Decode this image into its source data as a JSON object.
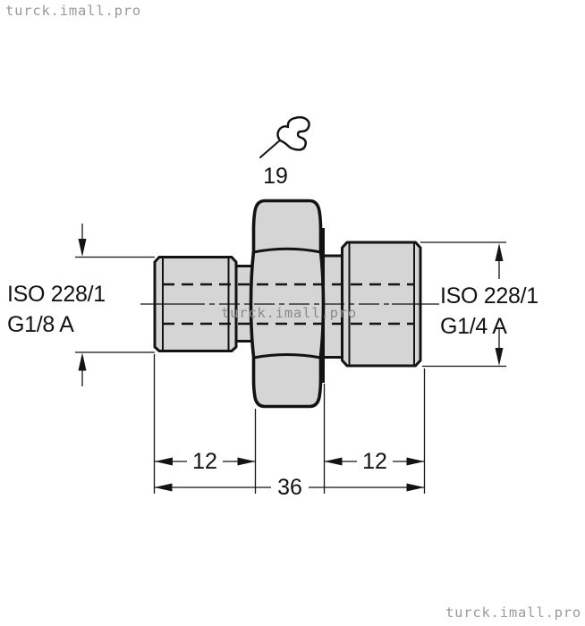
{
  "watermarks": {
    "top_left": "turck.imall.pro",
    "center": "turck.imall.pro",
    "bottom_right": "turck.imall.pro"
  },
  "drawing": {
    "wrench_size": "19",
    "left_thread": {
      "line1": "ISO 228/1",
      "line2": "G1/8 A"
    },
    "right_thread": {
      "line1": "ISO 228/1",
      "line2": "G1/4 A"
    },
    "dimensions": {
      "left_thread_length": "12",
      "right_thread_length": "12",
      "overall_length": "36"
    }
  },
  "icons": [
    "wrench-icon"
  ],
  "colors": {
    "part_fill": "#d5d5d5",
    "line": "#131313",
    "watermark": "#9a9a9a",
    "background": "#ffffff"
  }
}
